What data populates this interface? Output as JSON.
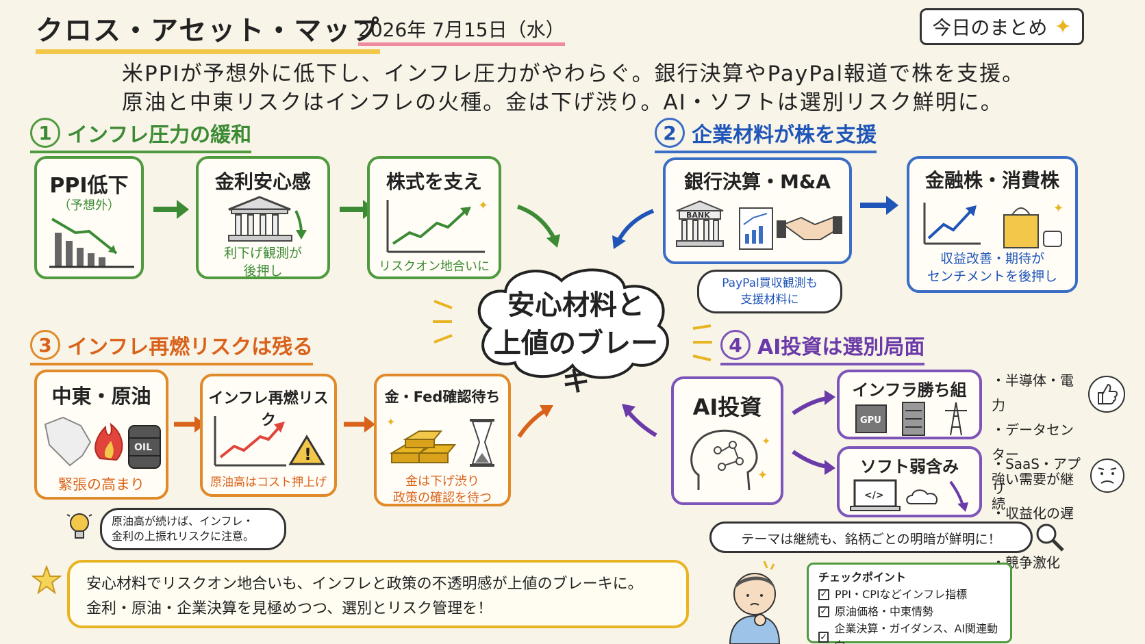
{
  "header": {
    "title": "クロス・アセット・マップ",
    "date": "2026年 7月15日（水）",
    "summary_label": "今日のまとめ"
  },
  "lead": {
    "line1": "米PPIが予想外に低下し、インフレ圧力がやわらぐ。銀行決算やPayPal報道で株を支援。",
    "line2": "原油と中東リスクはインフレの火種。金は下げ渋り。AI・ソフトは選別リスク鮮明に。"
  },
  "section1": {
    "num": "1",
    "title": "インフレ圧力の緩和",
    "box1": {
      "title": "PPI低下",
      "sub": "（予想外）"
    },
    "box2": {
      "title": "金利安心感",
      "caption": "利下げ観測が\n後押し"
    },
    "box3": {
      "title": "株式を支え",
      "caption": "リスクオン地合いに"
    }
  },
  "section2": {
    "num": "2",
    "title": "企業材料が株を支援",
    "box1": {
      "title": "銀行決算・M&A",
      "bank_label": "BANK"
    },
    "box2": {
      "title": "金融株・消費株",
      "caption": "収益改善・期待が\nセンチメントを後押し"
    },
    "note": "PayPal買収観測も\n支援材料に"
  },
  "center": {
    "text": "安心材料と\n上値のブレーキ"
  },
  "section3": {
    "num": "3",
    "title": "インフレ再燃リスクは残る",
    "box1": {
      "title": "中東・原油",
      "caption": "緊張の高まり",
      "oil_label": "OIL"
    },
    "box2": {
      "title": "インフレ再燃リスク",
      "caption": "原油高はコスト押上げ"
    },
    "box3": {
      "title": "金・Fed確認待ち",
      "caption": "金は下げ渋り\n政策の確認を待つ"
    },
    "tip": "原油高が続けば、インフレ・\n金利の上振れリスクに注意。"
  },
  "section4": {
    "num": "4",
    "title": "AI投資は選別局面",
    "box_ai": {
      "title": "AI投資"
    },
    "box_infra": {
      "title": "インフラ勝ち組",
      "gpu_label": "GPU"
    },
    "box_soft": {
      "title": "ソフト弱含み"
    },
    "infra_bullets": [
      "・半導体・電力",
      "・データセンター",
      "強い需要が継続"
    ],
    "soft_bullets": [
      "・SaaS・アプリ",
      "・収益化の遅れ",
      "・競争激化"
    ],
    "note": "テーマは継続も、銘柄ごとの明暗が鮮明に！"
  },
  "bottom": {
    "message_line1": "安心材料でリスクオン地合いも、インフレと政策の不透明感が上値のブレーキに。",
    "message_line2": "金利・原油・企業決算を見極めつつ、選別とリスク管理を！",
    "checklist_title": "チェックポイント",
    "checklist": [
      "PPI・CPIなどインフレ指標",
      "原油価格・中東情勢",
      "企業決算・ガイダンス、AI関連動向"
    ]
  },
  "colors": {
    "green": "#4f9a3e",
    "blue": "#3a6dc4",
    "orange": "#e08a2a",
    "purple": "#7d54b8",
    "red": "#e0443a",
    "gold": "#e9b422"
  }
}
